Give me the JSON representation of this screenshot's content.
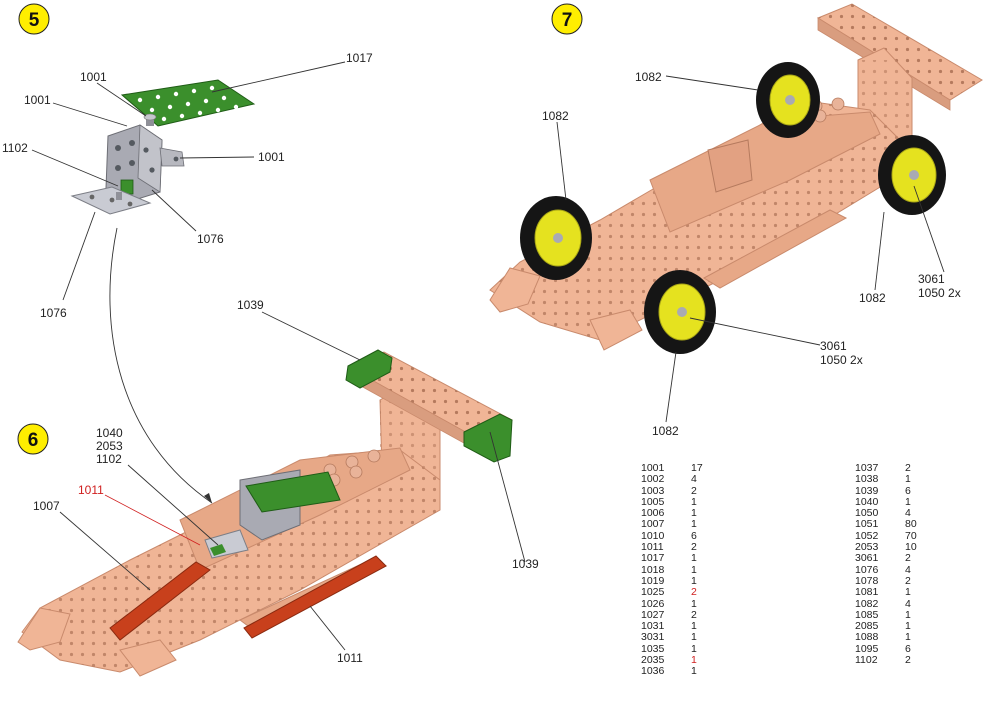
{
  "steps": {
    "s5": "5",
    "s6": "6",
    "s7": "7"
  },
  "colors": {
    "copper": "#f0b596",
    "copper_dark": "#c98a6c",
    "green": "#3b8f2c",
    "grey": "#a9aab3",
    "tire": "#151515",
    "hub": "#e5e21f",
    "step_badge": "#ffee00",
    "red_part": "#c8401c",
    "red_text": "#d02020"
  },
  "step5_labels": {
    "l1017": "1017",
    "l1001a": "1001",
    "l1001b": "1001",
    "l1001c": "1001",
    "l1102": "1102",
    "l1076a": "1076",
    "l1076b": "1076"
  },
  "step6_labels": {
    "l1039a": "1039",
    "l1039b": "1039",
    "l1040": "1040",
    "l2053": "2053",
    "l1102": "1102",
    "l1011red": "1011",
    "l1007": "1007",
    "l1011": "1011"
  },
  "step7_labels": {
    "l1082a": "1082",
    "l1082b": "1082",
    "l1082c": "1082",
    "l1082d": "1082",
    "l3061a": "3061",
    "l1050a": "1050 2x",
    "l3061b": "3061",
    "l1050b": "1050 2x"
  },
  "parts_left": [
    {
      "part": "1001",
      "qty": "17"
    },
    {
      "part": "1002",
      "qty": "4"
    },
    {
      "part": "1003",
      "qty": "2"
    },
    {
      "part": "1005",
      "qty": "1"
    },
    {
      "part": "1006",
      "qty": "1"
    },
    {
      "part": "1007",
      "qty": "1"
    },
    {
      "part": "1010",
      "qty": "6"
    },
    {
      "part": "1011",
      "qty": "2"
    },
    {
      "part": "1017",
      "qty": "1"
    },
    {
      "part": "1018",
      "qty": "1"
    },
    {
      "part": "1019",
      "qty": "1"
    },
    {
      "part": "1025",
      "qty": "2",
      "red": true
    },
    {
      "part": "1026",
      "qty": "1"
    },
    {
      "part": "1027",
      "qty": "2"
    },
    {
      "part": "1031",
      "qty": "1"
    },
    {
      "part": "3031",
      "qty": "1"
    },
    {
      "part": "1035",
      "qty": "1"
    },
    {
      "part": "2035",
      "qty": "1",
      "red": true
    },
    {
      "part": "1036",
      "qty": "1"
    }
  ],
  "parts_right": [
    {
      "part": "1037",
      "qty": "2"
    },
    {
      "part": "1038",
      "qty": "1"
    },
    {
      "part": "1039",
      "qty": "6"
    },
    {
      "part": "1040",
      "qty": "1"
    },
    {
      "part": "1050",
      "qty": "4"
    },
    {
      "part": "1051",
      "qty": "80"
    },
    {
      "part": "1052",
      "qty": "70"
    },
    {
      "part": "2053",
      "qty": "10"
    },
    {
      "part": "3061",
      "qty": "2"
    },
    {
      "part": "1076",
      "qty": "4"
    },
    {
      "part": "1078",
      "qty": "2"
    },
    {
      "part": "1081",
      "qty": "1"
    },
    {
      "part": "1082",
      "qty": "4"
    },
    {
      "part": "1085",
      "qty": "1"
    },
    {
      "part": "2085",
      "qty": "1"
    },
    {
      "part": "1088",
      "qty": "1"
    },
    {
      "part": "1095",
      "qty": "6"
    },
    {
      "part": "1102",
      "qty": "2"
    }
  ]
}
